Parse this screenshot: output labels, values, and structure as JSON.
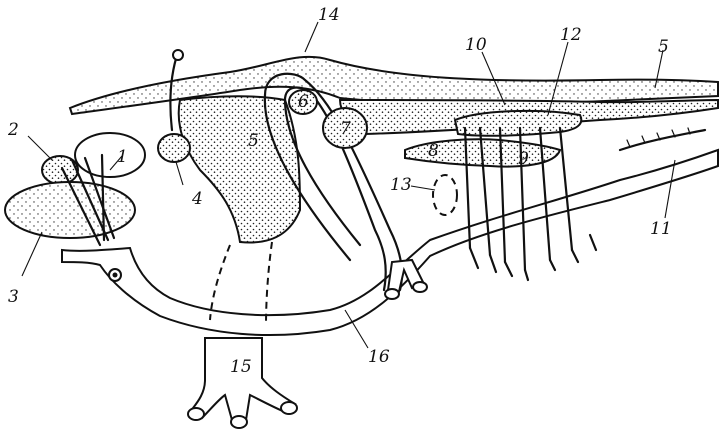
{
  "labels": [
    {
      "id": "1",
      "text": "1"
    },
    {
      "id": "2",
      "text": "2"
    },
    {
      "id": "3",
      "text": "3"
    },
    {
      "id": "4",
      "text": "4"
    },
    {
      "id": "5a",
      "text": "5"
    },
    {
      "id": "5b",
      "text": "5"
    },
    {
      "id": "6",
      "text": "6"
    },
    {
      "id": "7",
      "text": "7"
    },
    {
      "id": "8",
      "text": "8"
    },
    {
      "id": "9",
      "text": "9"
    },
    {
      "id": "10",
      "text": "10"
    },
    {
      "id": "11",
      "text": "11"
    },
    {
      "id": "12",
      "text": "12"
    },
    {
      "id": "13",
      "text": "13"
    },
    {
      "id": "14",
      "text": "14"
    },
    {
      "id": "15",
      "text": "15"
    },
    {
      "id": "16",
      "text": "16"
    }
  ]
}
